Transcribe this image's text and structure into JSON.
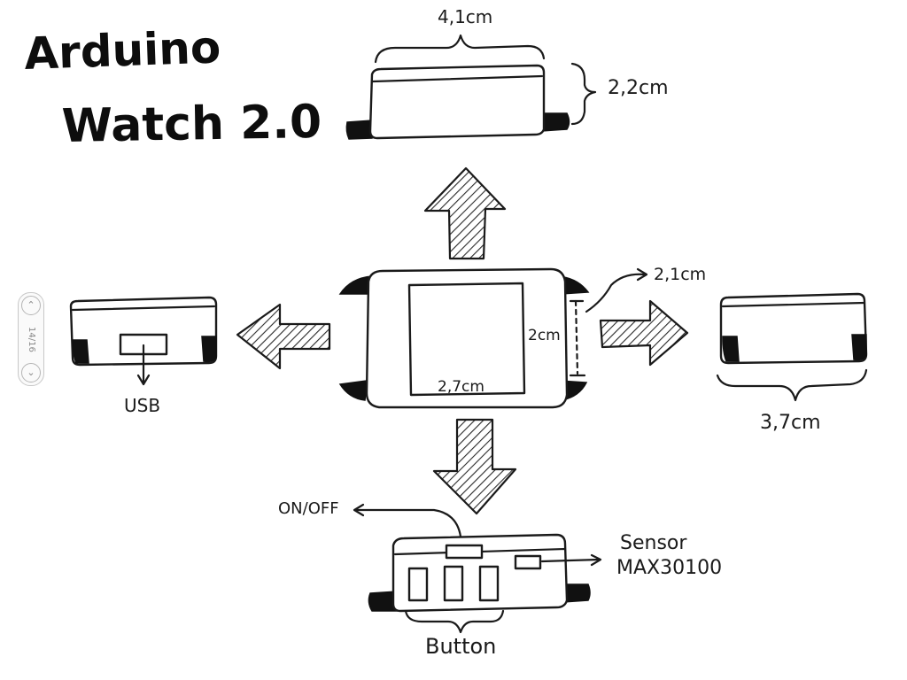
{
  "title_line1": "Arduino",
  "title_line2": "Watch 2.0",
  "dims": {
    "top_width": "4,1cm",
    "top_height": "2,2cm",
    "right_depth": "2,1cm",
    "right_width": "3,7cm",
    "center_height": "2cm",
    "center_width": "2,7cm"
  },
  "labels": {
    "usb": "USB",
    "on_off": "ON/OFF",
    "sensor_line1": "Sensor",
    "sensor_line2": "MAX30100",
    "button": "Button"
  },
  "pager": {
    "up_icon": "chevron-up-icon",
    "down_icon": "chevron-down-icon",
    "page_label": "14/16"
  }
}
